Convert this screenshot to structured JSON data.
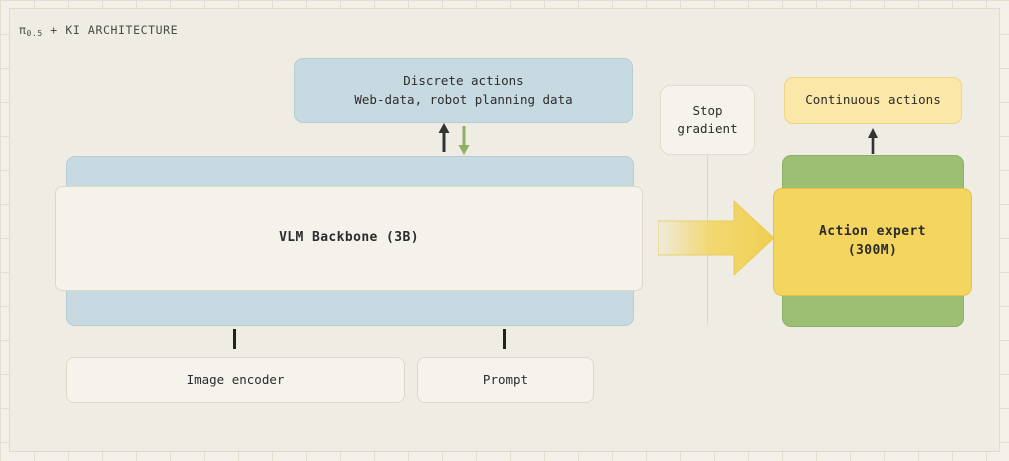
{
  "diagram": {
    "title_main": "π",
    "title_sub": "0.5",
    "title_rest": " + KI ARCHITECTURE",
    "title_full": "π0.5 + KI ARCHITECTURE"
  },
  "nodes": {
    "discrete_actions": {
      "line1": "Discrete actions",
      "line2": "Web-data, robot planning data",
      "color": "#c8dae1"
    },
    "vlm_backbone": {
      "label": "VLM Backbone (3B)",
      "back_color": "#c8dae1",
      "front_color": "#f4f2ea"
    },
    "image_encoder": {
      "label": "Image encoder",
      "color": "#f5f3ec"
    },
    "prompt": {
      "label": "Prompt",
      "color": "#f5f3ec"
    },
    "stop_gradient": {
      "line1": "Stop",
      "line2": "gradient",
      "color": "#f5f3ec"
    },
    "continuous_actions": {
      "label": "Continuous actions",
      "color": "#fbe7a8"
    },
    "action_expert": {
      "line1": "Action expert",
      "line2": "(300M)",
      "back_color": "#9cbf73",
      "front_color": "#f4d55f"
    }
  },
  "connectors": {
    "up_arrow_color": "#333333",
    "down_arrow_color": "#8cb065",
    "flow_arrow_color": "#f2d45e",
    "line_color": "#222222"
  }
}
